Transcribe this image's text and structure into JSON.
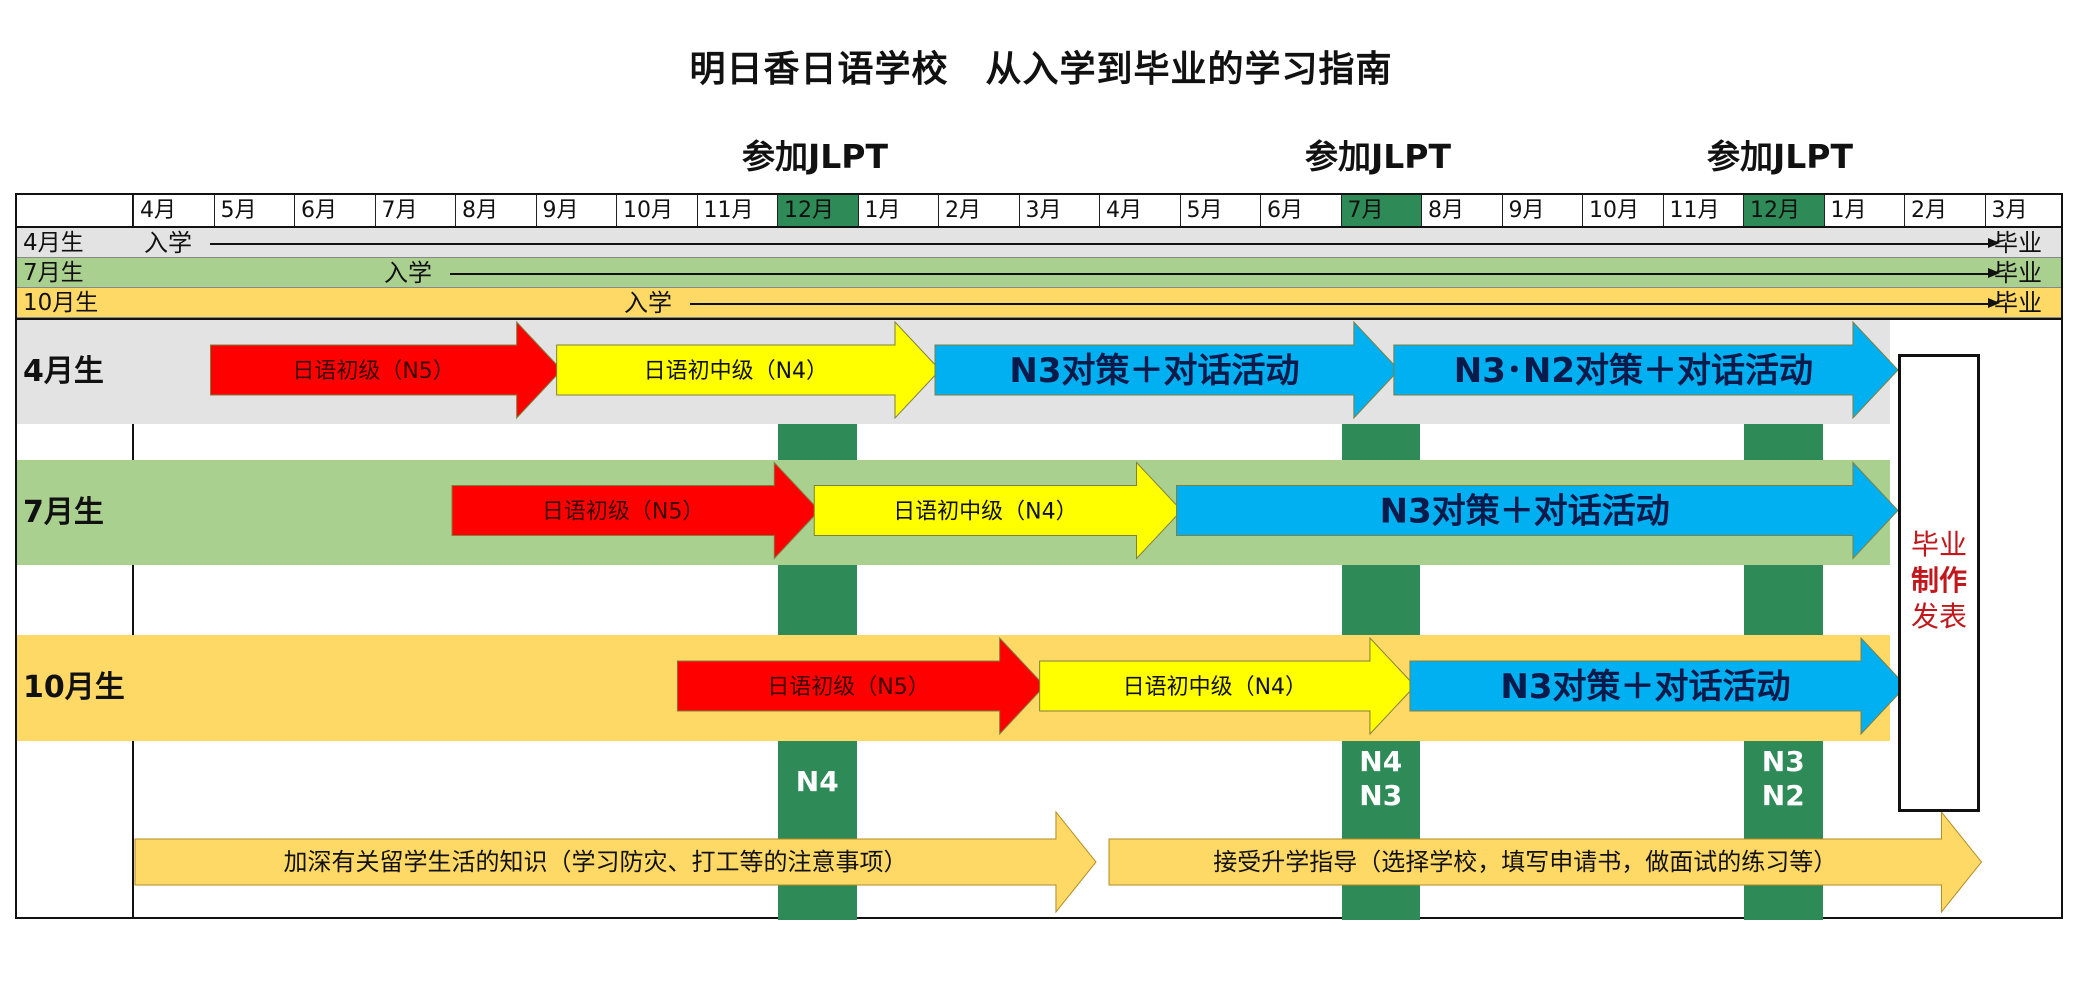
{
  "title": "明日香日语学校　从入学到毕业的学习指南",
  "jlpt_label": "参加JLPT",
  "months": [
    "4月",
    "5月",
    "6月",
    "7月",
    "8月",
    "9月",
    "10月",
    "11月",
    "12月",
    "1月",
    "2月",
    "3月",
    "4月",
    "5月",
    "6月",
    "7月",
    "8月",
    "9月",
    "10月",
    "11月",
    "12月",
    "1月",
    "2月",
    "3月"
  ],
  "entry_rows": [
    {
      "label": "4月生",
      "entry": "入学",
      "grad": "毕业",
      "color": "#e3e3e3"
    },
    {
      "label": "7月生",
      "entry": "入学",
      "grad": "毕业",
      "color": "#a9d08e"
    },
    {
      "label": "10月生",
      "entry": "入学",
      "grad": "毕业",
      "color": "#ffd966"
    }
  ],
  "course_rows": [
    {
      "label": "4月生",
      "color": "#e3e3e3",
      "arrows": [
        {
          "text": "日语初级（N5）",
          "fill": "#ff0000"
        },
        {
          "text": "日语初中级（N4）",
          "fill": "#ffff00"
        },
        {
          "text": "N3对策＋对话活动",
          "fill": "#00b0f0"
        },
        {
          "text": "N3･N2对策＋对话活动",
          "fill": "#00b0f0"
        }
      ]
    },
    {
      "label": "7月生",
      "color": "#a9d08e",
      "arrows": [
        {
          "text": "日语初级（N5）",
          "fill": "#ff0000"
        },
        {
          "text": "日语初中级（N4）",
          "fill": "#ffff00"
        },
        {
          "text": "N3对策＋对话活动",
          "fill": "#00b0f0"
        }
      ]
    },
    {
      "label": "10月生",
      "color": "#ffd966",
      "arrows": [
        {
          "text": "日语初级（N5）",
          "fill": "#ff0000"
        },
        {
          "text": "日语初中级（N4）",
          "fill": "#ffff00"
        },
        {
          "text": "N3对策＋对话活动",
          "fill": "#00b0f0"
        }
      ]
    }
  ],
  "jlpt_levels": [
    {
      "line1": "N4",
      "line2": ""
    },
    {
      "line1": "N4",
      "line2": "N3"
    },
    {
      "line1": "N3",
      "line2": "N2"
    }
  ],
  "graduation_box": {
    "line1": "毕业",
    "line2": "制作",
    "line3": "发表"
  },
  "bottom_arrows": [
    {
      "text": "加深有关留学生活的知识（学习防灾、打工等的注意事项）"
    },
    {
      "text": "接受升学指导（选择学校，填写申请书，做面试的练习等）"
    }
  ],
  "colors": {
    "jlpt_green": "#2e8b57",
    "arrow_bottom": "#ffd966",
    "grad_text": "#c0181d"
  }
}
